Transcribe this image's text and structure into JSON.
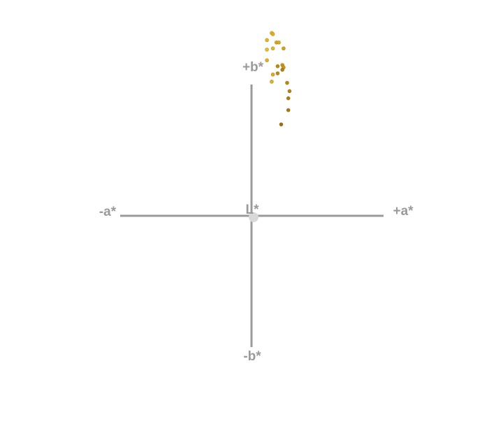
{
  "chart_data": {
    "type": "scatter",
    "title": "",
    "axes": {
      "pos_a_label": "+a*",
      "neg_a_label": "-a*",
      "pos_b_label": "+b*",
      "neg_b_label": "-b*",
      "center_label": "L*"
    },
    "xlim": [
      -55,
      55
    ],
    "ylim": [
      -55,
      55
    ],
    "grid": false,
    "legend": "none",
    "center_marker_color": "#d8d8d8",
    "points": [
      {
        "a": 8.5,
        "b": 77,
        "color": "#e8b820"
      },
      {
        "a": 9.0,
        "b": 76.5,
        "color": "#e0b018"
      },
      {
        "a": 6.5,
        "b": 74,
        "color": "#e6b620"
      },
      {
        "a": 10.5,
        "b": 73,
        "color": "#d8a818"
      },
      {
        "a": 11.5,
        "b": 73,
        "color": "#dcaa1a"
      },
      {
        "a": 9.0,
        "b": 70.5,
        "color": "#e4b41e"
      },
      {
        "a": 6.5,
        "b": 70,
        "color": "#e8bc24"
      },
      {
        "a": 13.5,
        "b": 70.5,
        "color": "#d4a016"
      },
      {
        "a": 6.5,
        "b": 65.5,
        "color": "#e2b21e"
      },
      {
        "a": 11.0,
        "b": 63,
        "color": "#b88a14"
      },
      {
        "a": 13.0,
        "b": 63.5,
        "color": "#c49414"
      },
      {
        "a": 13.5,
        "b": 62.5,
        "color": "#c89818"
      },
      {
        "a": 13.0,
        "b": 61.5,
        "color": "#b08010"
      },
      {
        "a": 11.0,
        "b": 60,
        "color": "#b88a12"
      },
      {
        "a": 9.0,
        "b": 59.5,
        "color": "#dcaa1c"
      },
      {
        "a": 8.5,
        "b": 56.5,
        "color": "#e0b020"
      },
      {
        "a": 15.0,
        "b": 56,
        "color": "#b8880e"
      },
      {
        "a": 16.0,
        "b": 52.5,
        "color": "#b0820e"
      },
      {
        "a": 15.5,
        "b": 49.5,
        "color": "#aa7c0c"
      },
      {
        "a": 15.5,
        "b": 44.5,
        "color": "#a8780c"
      },
      {
        "a": 12.5,
        "b": 38.5,
        "color": "#9c700a"
      }
    ]
  }
}
